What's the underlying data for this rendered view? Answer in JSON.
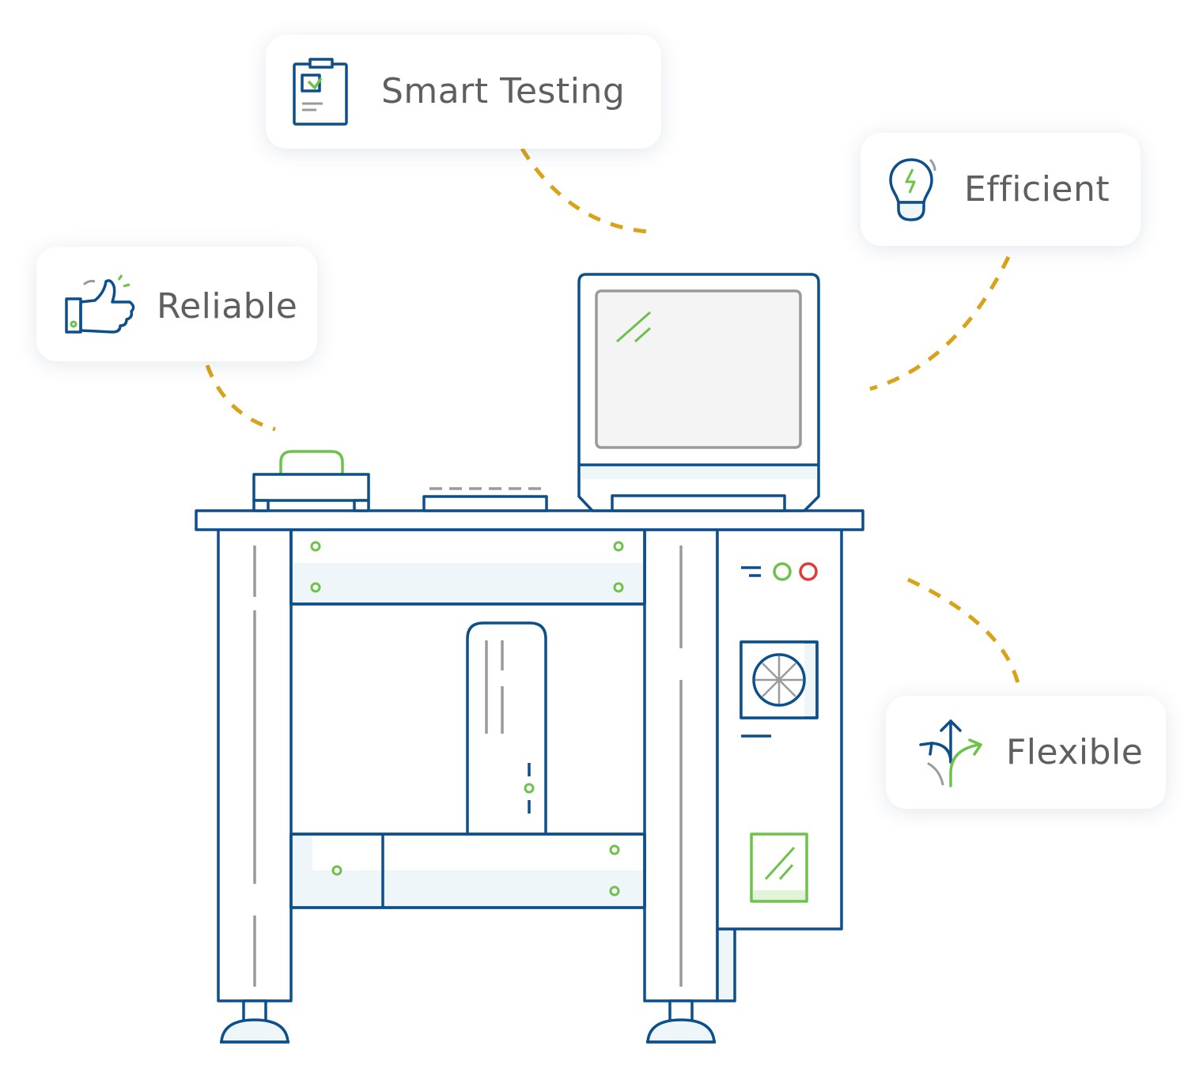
{
  "features": {
    "smart_testing": {
      "label": "Smart Testing",
      "icon": "clipboard-check-icon"
    },
    "efficient": {
      "label": "Efficient",
      "icon": "lightbulb-icon"
    },
    "reliable": {
      "label": "Reliable",
      "icon": "thumbs-up-icon"
    },
    "flexible": {
      "label": "Flexible",
      "icon": "branching-arrows-icon"
    }
  },
  "colors": {
    "outline": "#0d4f8b",
    "accent_green": "#6cc24a",
    "connector_gold": "#d9a21b",
    "panel_fill": "#eef6fa",
    "screen_fill": "#f4f4f4",
    "gray_line": "#9a9a9a",
    "stop_red": "#e53935",
    "label_text": "#5f5f5f"
  }
}
